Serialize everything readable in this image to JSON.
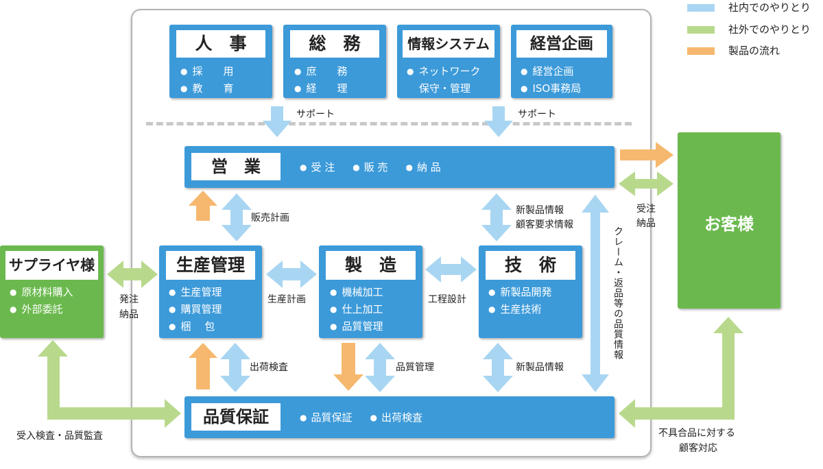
{
  "legend": [
    {
      "label": "社内でのやりとり",
      "color": "#a8d6f2"
    },
    {
      "label": "社外でのやりとり",
      "color": "#b8d98c"
    },
    {
      "label": "製品の流れ",
      "color": "#f6b86e"
    }
  ],
  "support_depts": [
    {
      "name": "人　事",
      "items": [
        "採　　用",
        "教　　育"
      ]
    },
    {
      "name": "総　務",
      "items": [
        "庶　　務",
        "経　　理"
      ]
    },
    {
      "name": "情報システム",
      "items": [
        "ネットワーク",
        "保守・管理"
      ]
    },
    {
      "name": "経営企画",
      "items": [
        "経営企画",
        "ISO事務局"
      ]
    }
  ],
  "support_label": "サポート",
  "sales": {
    "name": "営　業",
    "items": [
      "受 注",
      "販 売",
      "納 品"
    ]
  },
  "production": {
    "name": "生産管理",
    "items": [
      "生産管理",
      "購買管理",
      "梱　 包"
    ]
  },
  "manufacturing": {
    "name": "製　造",
    "items": [
      "機械加工",
      "仕上加工",
      "品質管理"
    ]
  },
  "engineering": {
    "name": "技　術",
    "items": [
      "新製品開発",
      "生産技術"
    ]
  },
  "qa": {
    "name": "品質保証",
    "items": [
      "品質保証",
      "出荷検査"
    ]
  },
  "supplier": {
    "name": "サプライヤ様",
    "items": [
      "原材料購入",
      "外部委託"
    ]
  },
  "customer": {
    "name": "お客様"
  },
  "flow_labels": {
    "sales_plan": "販売計画",
    "new_product_info_1": "新製品情報",
    "customer_request_info": "顧客要求情報",
    "production_plan": "生産計画",
    "process_design": "工程設計",
    "shipping_inspection": "出荷検査",
    "quality_control": "品質管理",
    "new_product_info_2": "新製品情報",
    "order_l1": "発注",
    "order_l2": "納品",
    "receive_l1": "受注",
    "receive_l2": "納品",
    "claims": "クレーム・返品等の品質情報",
    "incoming_inspection": "受入検査・品質監査",
    "nonconforming_l1": "不具合品に対する",
    "nonconforming_l2": "顧客対応"
  }
}
